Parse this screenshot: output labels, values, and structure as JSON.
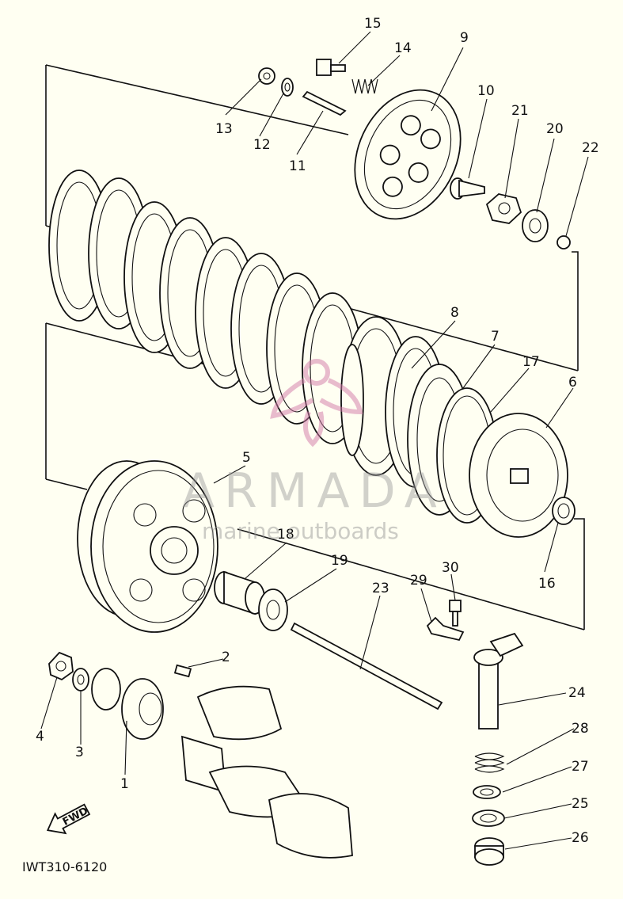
{
  "watermark": {
    "brand": "ARMADA",
    "tagline": "marine outboards"
  },
  "drawing_code": "IWT310-6120",
  "direction_label": "FWD",
  "callouts": [
    {
      "id": "p1",
      "label": "1"
    },
    {
      "id": "p2",
      "label": "2"
    },
    {
      "id": "p3",
      "label": "3"
    },
    {
      "id": "p4",
      "label": "4"
    },
    {
      "id": "p5",
      "label": "5"
    },
    {
      "id": "p6",
      "label": "6"
    },
    {
      "id": "p7",
      "label": "7"
    },
    {
      "id": "p8",
      "label": "8"
    },
    {
      "id": "p9",
      "label": "9"
    },
    {
      "id": "p10",
      "label": "10"
    },
    {
      "id": "p11",
      "label": "11"
    },
    {
      "id": "p12",
      "label": "12"
    },
    {
      "id": "p13",
      "label": "13"
    },
    {
      "id": "p14",
      "label": "14"
    },
    {
      "id": "p15",
      "label": "15"
    },
    {
      "id": "p16",
      "label": "16"
    },
    {
      "id": "p17",
      "label": "17"
    },
    {
      "id": "p18",
      "label": "18"
    },
    {
      "id": "p19",
      "label": "19"
    },
    {
      "id": "p20",
      "label": "20"
    },
    {
      "id": "p21",
      "label": "21"
    },
    {
      "id": "p22",
      "label": "22"
    },
    {
      "id": "p23",
      "label": "23"
    },
    {
      "id": "p24",
      "label": "24"
    },
    {
      "id": "p25",
      "label": "25"
    },
    {
      "id": "p26",
      "label": "26"
    },
    {
      "id": "p27",
      "label": "27"
    },
    {
      "id": "p28",
      "label": "28"
    },
    {
      "id": "p29",
      "label": "29"
    },
    {
      "id": "p30",
      "label": "30"
    }
  ]
}
